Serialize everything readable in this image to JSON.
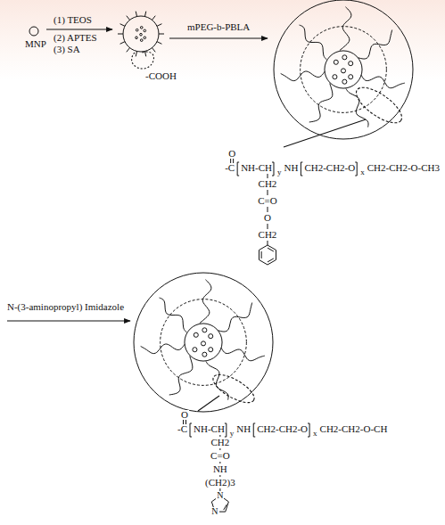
{
  "diagram": {
    "labels": [
      "MNP",
      "(1) TEOS",
      "(2) APTES",
      "(3) SA",
      "-COOH",
      "mPEG-b-PBLA",
      "O",
      "-C",
      "NH-CH",
      "y",
      "NH",
      "CH2-CH2-O",
      "x",
      "CH2-CH2-O-CH3",
      "CH2",
      "C=O",
      "O",
      "CH2",
      "N-(3-aminopropyl) Imidazole",
      "O",
      "-C",
      "NH-CH",
      "y",
      "NH",
      "CH2-CH2-O",
      "x",
      "CH2-CH2-O-CH",
      "CH2",
      "C=O",
      "NH",
      "(CH2)3",
      "N",
      "N"
    ]
  }
}
